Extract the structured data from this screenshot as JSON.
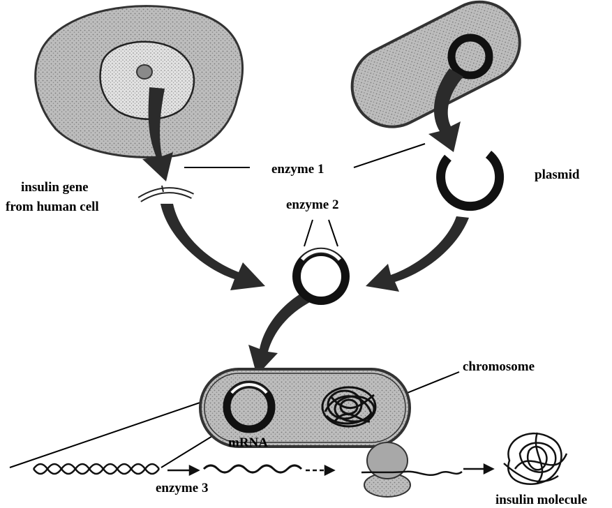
{
  "labels": {
    "enzyme1": "enzyme 1",
    "plasmid": "plasmid",
    "insulin_gene_line1": "insulin gene",
    "insulin_gene_line2": "from human cell",
    "enzyme2": "enzyme 2",
    "chromosome": "chromosome",
    "mrna": "mRNA",
    "enzyme3": "enzyme 3",
    "insulin_molecule": "insulin molecule"
  },
  "colors": {
    "cell_fill": "#b9b9b9",
    "nucleus_fill": "#d6d6d6",
    "ring": "#111111",
    "arrow": "#2b2b2b",
    "gene_insert": "#ffffff"
  }
}
